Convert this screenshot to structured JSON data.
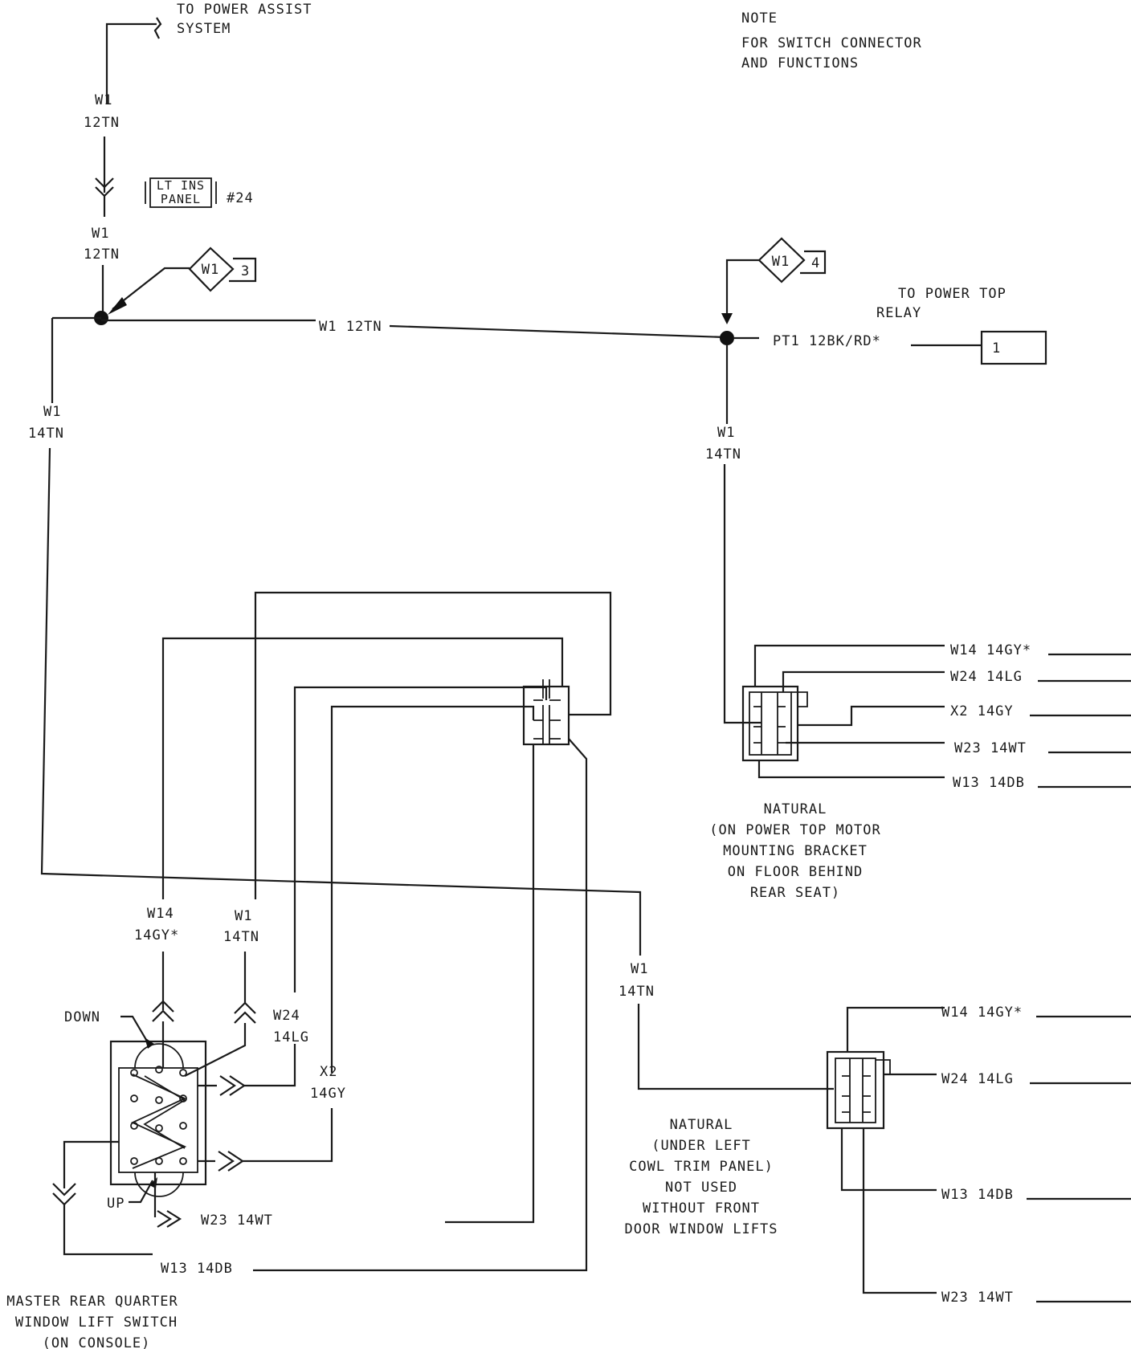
{
  "labels": {
    "to_power_assist_1": "TO POWER ASSIST",
    "to_power_assist_2": "SYSTEM",
    "note_1": "NOTE",
    "note_2": "FOR SWITCH CONNECTOR",
    "note_3": "AND FUNCTIONS",
    "to_power_top_1": "TO POWER TOP",
    "to_power_top_2": "RELAY",
    "natural_a_1": "NATURAL",
    "natural_a_2": "(ON POWER TOP MOTOR",
    "natural_a_3": "MOUNTING BRACKET",
    "natural_a_4": "ON FLOOR BEHIND",
    "natural_a_5": "REAR SEAT)",
    "natural_b_1": "NATURAL",
    "natural_b_2": "(UNDER LEFT",
    "natural_b_3": "COWL TRIM PANEL)",
    "natural_b_4": "NOT USED",
    "natural_b_5": "WITHOUT FRONT",
    "natural_b_6": "DOOR WINDOW LIFTS",
    "master_1": "MASTER REAR QUARTER",
    "master_2": "WINDOW LIFT SWITCH",
    "master_3": "(ON CONSOLE)",
    "down": "DOWN",
    "up": "UP"
  },
  "wires": {
    "w1": "W1",
    "w1_12tn": "12TN",
    "w1_14tn": "14TN",
    "w1_12tn_inline": "W1  12TN",
    "pt1": "PT1  12BK/RD*",
    "w14": "W14",
    "w14_gauge": "14GY*",
    "w24": "W24",
    "w24_gauge": "14LG",
    "x2": "X2",
    "x2_gauge": "14GY",
    "w23_14wt": "W23  14WT",
    "w13_14db": "W13  14DB",
    "right_a_w14": "W14  14GY*",
    "right_a_w24": "W24  14LG",
    "right_a_x2": "X2  14GY",
    "right_a_w23": "W23  14WT",
    "right_a_w13": "W13  14DB",
    "right_b_w14": "W14  14GY*",
    "right_b_w24": "W24  14LG",
    "right_b_w13": "W13  14DB",
    "right_b_w23": "W23  14WT"
  },
  "refs": {
    "panel_1": "LT INS",
    "panel_2": "PANEL",
    "panel_num": "#24",
    "splice_1_id": "W1",
    "splice_1_num": "3",
    "splice_2_id": "W1",
    "splice_2_num": "4",
    "relay_num": "1"
  }
}
